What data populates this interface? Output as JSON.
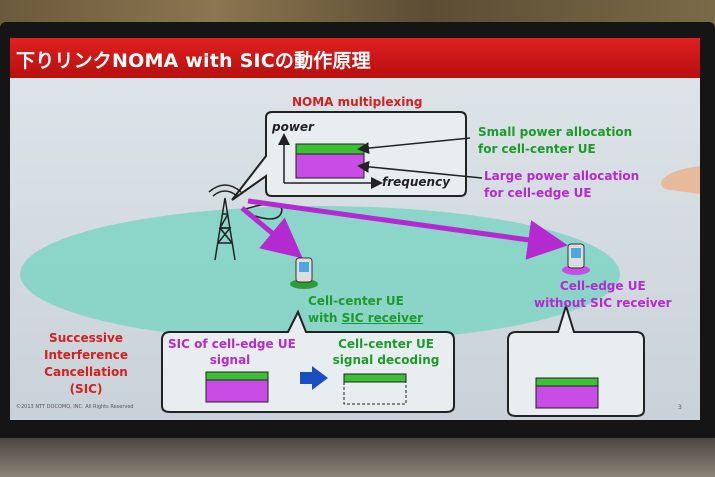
{
  "slide": {
    "title": "下りリンクNOMA with SICの動作原理",
    "noma_heading": "NOMA multiplexing",
    "axis_power": "power",
    "axis_frequency": "frequency",
    "small_power_line1": "Small power allocation",
    "small_power_line2": "for cell-center UE",
    "large_power_line1": "Large power allocation",
    "large_power_line2": "for cell-edge UE",
    "cell_center_line1": "Cell-center UE",
    "cell_center_line2_prefix": "with ",
    "cell_center_line2_underlined": "SIC receiver",
    "cell_edge_line1": "Cell-edge UE",
    "cell_edge_line2": "without SIC receiver",
    "sic_line1": "Successive",
    "sic_line2": "Interference",
    "sic_line3": "Cancellation",
    "sic_line4": "(SIC)",
    "sic_step1_line1": "SIC of cell-edge UE",
    "sic_step1_line2": "signal",
    "sic_step2_line1": "Cell-center UE",
    "sic_step2_line2": "signal decoding",
    "footer": "©2013 NTT DOCOMO, INC. All Rights Reserved",
    "page_number": "3"
  },
  "colors": {
    "title_red": "#d32020",
    "green": "#1c9a2a",
    "purple": "#b52ad0",
    "cell_teal": "#7fd3c4"
  },
  "icons": {
    "tower": "antenna-tower-icon",
    "phone": "mobile-phone-icon",
    "arrow": "right-arrow-icon"
  }
}
